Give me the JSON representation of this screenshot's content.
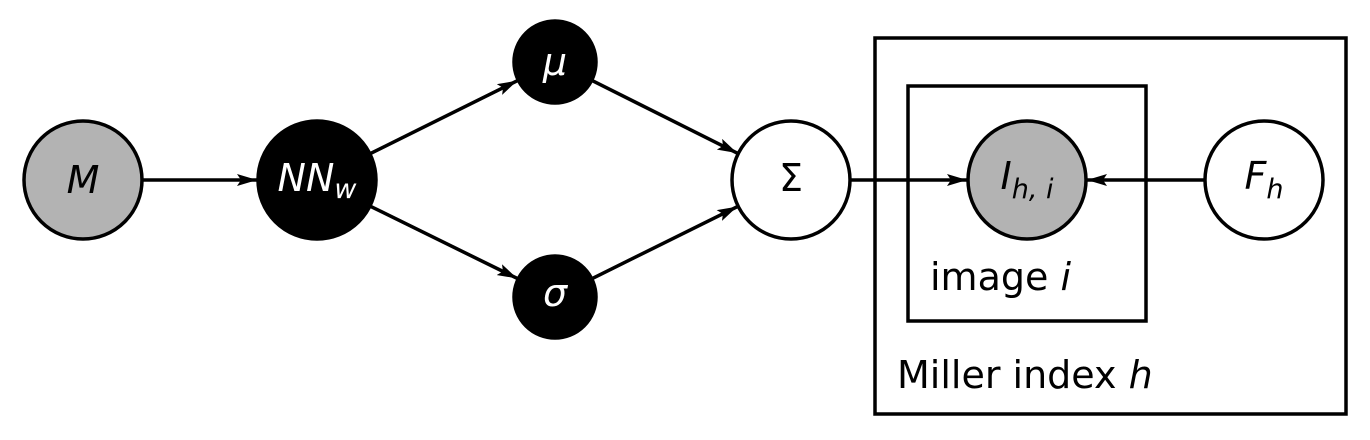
{
  "colors": {
    "observed_fill": "#b3b3b3",
    "latent_fill": "#ffffff",
    "deterministic_fill": "#000000",
    "stroke": "#000000"
  },
  "nodes": {
    "M": {
      "main": "M",
      "sub": "",
      "kind": "observed"
    },
    "NN": {
      "main": "NN",
      "sub": "w",
      "kind": "deterministic"
    },
    "mu": {
      "main": "μ",
      "sub": "",
      "kind": "deterministic"
    },
    "sigma": {
      "main": "σ",
      "sub": "",
      "kind": "deterministic"
    },
    "Sigma": {
      "main": "Σ",
      "sub": "",
      "kind": "latent"
    },
    "I": {
      "main": "I",
      "sub": "h, i",
      "kind": "observed"
    },
    "F": {
      "main": "F",
      "sub": "h",
      "kind": "latent"
    }
  },
  "edges": [
    {
      "from": "M",
      "to": "NN"
    },
    {
      "from": "NN",
      "to": "mu"
    },
    {
      "from": "NN",
      "to": "sigma"
    },
    {
      "from": "mu",
      "to": "Sigma"
    },
    {
      "from": "sigma",
      "to": "Sigma"
    },
    {
      "from": "Sigma",
      "to": "I"
    },
    {
      "from": "F",
      "to": "I"
    }
  ],
  "plates": {
    "image": {
      "label_text": "image ",
      "label_var": "i"
    },
    "miller": {
      "label_text": "Miller index ",
      "label_var": "h"
    }
  }
}
